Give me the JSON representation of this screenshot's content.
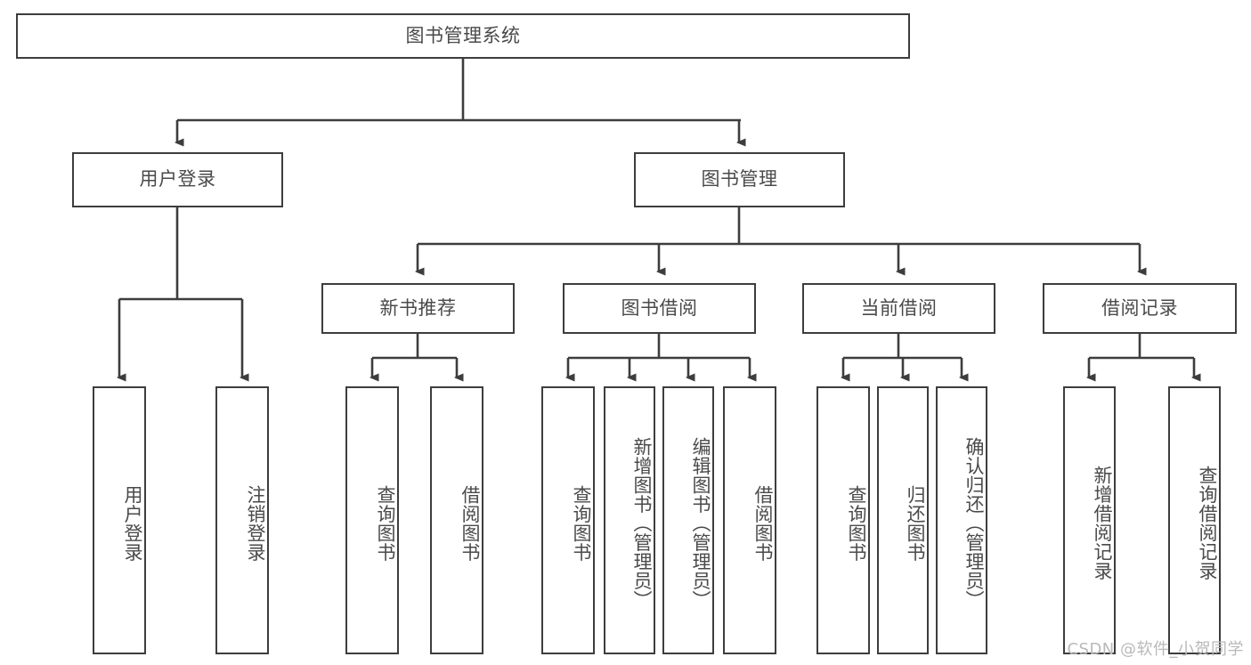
{
  "diagram": {
    "type": "tree",
    "title": "图书管理系统",
    "orientation": "top-down",
    "colors": {
      "line": "#3d3d3d",
      "box_border": "#3d3d3d",
      "box_fill": "#ffffff",
      "text": "#4a4a4a",
      "background": "#ffffff",
      "watermark": "#b9b9b9"
    },
    "levels": {
      "root": {
        "label": "图书管理系统"
      },
      "level2": [
        {
          "label": "用户登录"
        },
        {
          "label": "图书管理"
        }
      ],
      "level3": [
        {
          "label": "新书推荐"
        },
        {
          "label": "图书借阅"
        },
        {
          "label": "当前借阅"
        },
        {
          "label": "借阅记录"
        }
      ],
      "leaves": [
        {
          "label": "用户登录",
          "parent": "用户登录"
        },
        {
          "label": "注销登录",
          "parent": "用户登录"
        },
        {
          "label": "查询图书",
          "parent": "新书推荐"
        },
        {
          "label": "借阅图书",
          "parent": "新书推荐"
        },
        {
          "label": "查询图书",
          "parent": "图书借阅"
        },
        {
          "label": "新增图书（管理员）",
          "parent": "图书借阅"
        },
        {
          "label": "编辑图书（管理员）",
          "parent": "图书借阅"
        },
        {
          "label": "借阅图书",
          "parent": "图书借阅"
        },
        {
          "label": "查询图书",
          "parent": "当前借阅"
        },
        {
          "label": "归还图书",
          "parent": "当前借阅"
        },
        {
          "label": "确认归还（管理员）",
          "parent": "当前借阅"
        },
        {
          "label": "新增借阅记录",
          "parent": "借阅记录"
        },
        {
          "label": "查询借阅记录",
          "parent": "借阅记录"
        }
      ]
    },
    "watermark": "CSDN @软件_小贺同学"
  }
}
